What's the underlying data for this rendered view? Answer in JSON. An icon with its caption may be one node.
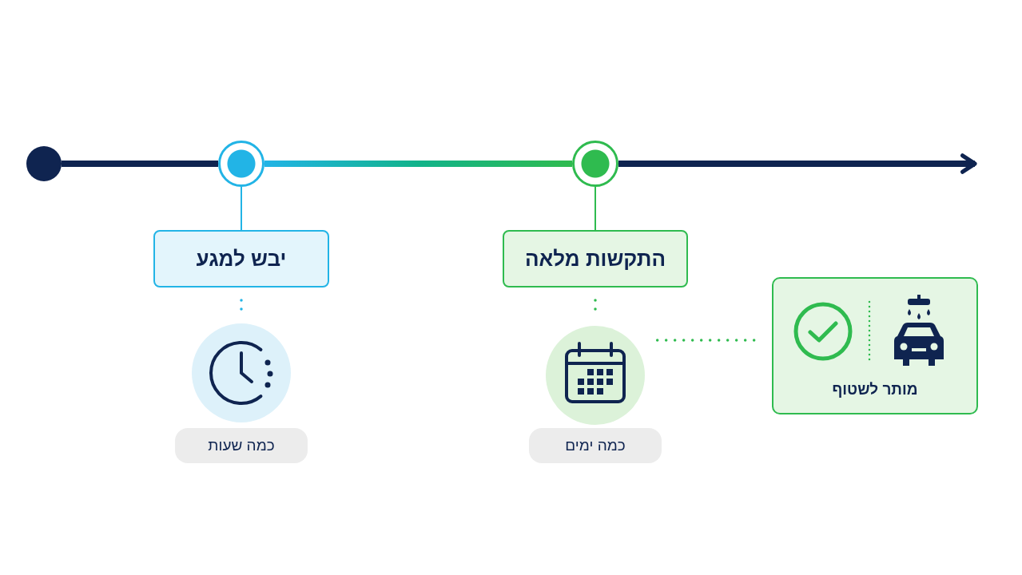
{
  "diagram": {
    "nodes": [
      {
        "text": [],
        "shape": "circle"
      },
      {
        "text": [],
        "shape": "circle"
      },
      {
        "text": [],
        "shape": "circle"
      },
      {
        "text": [
          "יבש למגע"
        ]
      },
      {
        "text": [],
        "shape": "circle"
      },
      {
        "text": [
          "כמה שעות"
        ]
      },
      {
        "text": [
          "התקשות מלאה"
        ]
      },
      {
        "text": [],
        "shape": "circle"
      },
      {
        "text": [
          "כמה ימים"
        ]
      },
      {
        "text": [
          "מותר לשטוף"
        ]
      }
    ],
    "edges": [
      {
        "from": 0,
        "to": 1,
        "arrow": "none",
        "color": "#0f2450",
        "style": "thick"
      },
      {
        "from": 1,
        "to": 2,
        "arrow": "none",
        "color": "#12b38a",
        "style": "thick"
      },
      {
        "from": 2,
        "to": null,
        "arrow": "to",
        "color": "#0f2450",
        "style": "thick"
      },
      {
        "from": 1,
        "to": 3,
        "arrow": "none",
        "color": "#22b4e6"
      },
      {
        "from": 3,
        "to": 4,
        "arrow": "none",
        "color": "#22b4e6",
        "style": "dashed"
      },
      {
        "from": 2,
        "to": 6,
        "arrow": "none",
        "color": "#2fbb4f"
      },
      {
        "from": 6,
        "to": 7,
        "arrow": "none",
        "color": "#2fbb4f",
        "style": "dashed"
      },
      {
        "from": 7,
        "to": 9,
        "arrow": "none",
        "color": "#2fbb4f",
        "style": "dashed"
      }
    ]
  }
}
